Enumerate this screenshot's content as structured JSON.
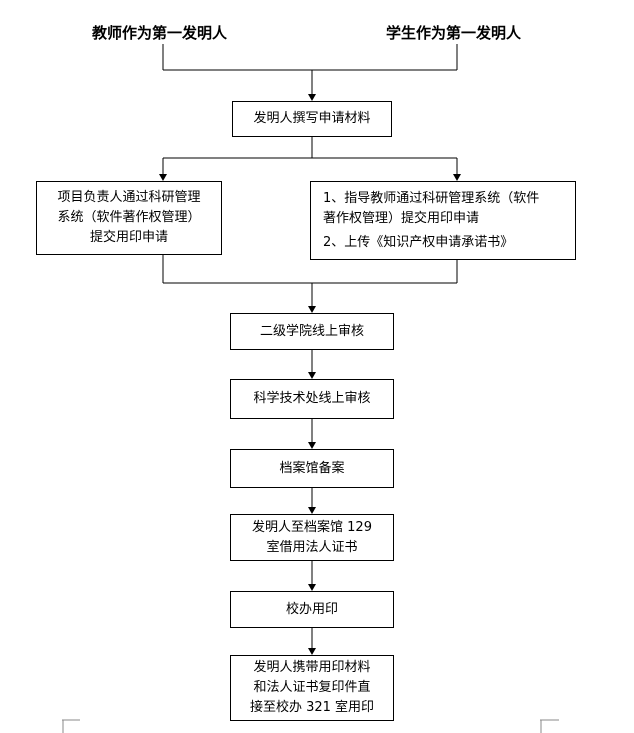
{
  "headers": {
    "teacher": "教师作为第一发明人",
    "student": "学生作为第一发明人"
  },
  "steps": {
    "write": "发明人撰写申请材料",
    "leader": [
      "项目负责人通过科研管理",
      "系统（软件著作权管理）",
      "提交用印申请"
    ],
    "advisor": [
      "1、指导教师通过科研管理系统（软件",
      "著作权管理）提交用印申请",
      "2、上传《知识产权申请承诺书》"
    ],
    "college": "二级学院线上审核",
    "sci": "科学技术处线上审核",
    "archive": "档案馆备案",
    "borrow": [
      "发明人至档案馆 129",
      "室借用法人证书"
    ],
    "office": "校办用印",
    "final": [
      "发明人携带用印材料",
      "和法人证书复印件直",
      "接至校办 321 室用印"
    ]
  }
}
